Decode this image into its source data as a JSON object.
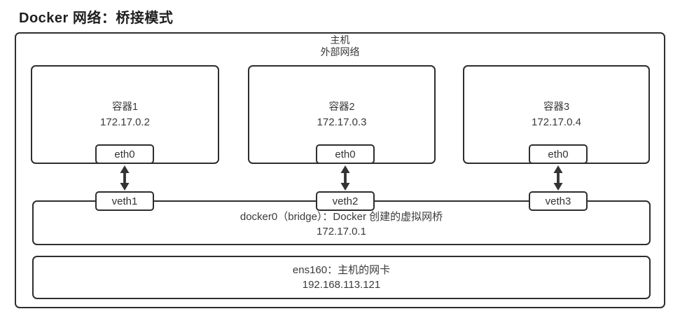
{
  "title": "Docker 网络：桥接模式",
  "host": {
    "line1": "主机",
    "line2": "外部网络"
  },
  "containers": [
    {
      "name": "容器1",
      "ip": "172.17.0.2",
      "iface": "eth0",
      "veth": "veth1"
    },
    {
      "name": "容器2",
      "ip": "172.17.0.3",
      "iface": "eth0",
      "veth": "veth2"
    },
    {
      "name": "容器3",
      "ip": "172.17.0.4",
      "iface": "eth0",
      "veth": "veth3"
    }
  ],
  "bridge": {
    "label": "docker0（bridge）：Docker 创建的虚拟网桥",
    "ip": "172.17.0.1"
  },
  "nic": {
    "label": "ens160：主机的网卡",
    "ip": "192.168.113.121"
  },
  "colors": {
    "stroke": "#2e2e2e",
    "text": "#3a3a3a",
    "title_text": "#1f1f1f",
    "background": "#ffffff"
  }
}
